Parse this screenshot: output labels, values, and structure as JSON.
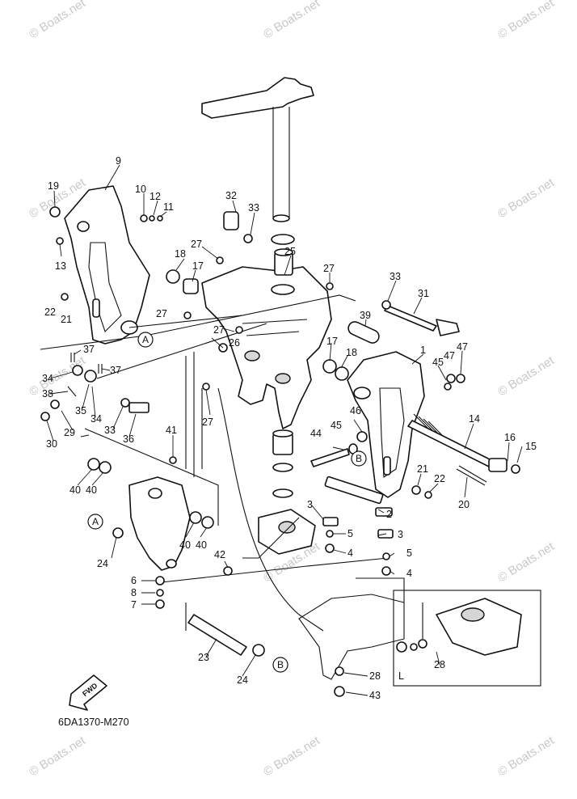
{
  "watermark": "© Boats.net",
  "drawing_code": "6DA1370-M270",
  "fwd_label": "FWD",
  "inset_label": "L",
  "reference_markers": [
    "A",
    "B"
  ],
  "callouts": {
    "c1": "1",
    "c2": "2",
    "c3": "3",
    "c4": "4",
    "c5": "5",
    "c6": "6",
    "c7": "7",
    "c8": "8",
    "c9": "9",
    "c10": "10",
    "c11": "11",
    "c12": "12",
    "c13": "13",
    "c14": "14",
    "c15": "15",
    "c16": "16",
    "c17": "17",
    "c18": "18",
    "c19": "19",
    "c20": "20",
    "c21": "21",
    "c22": "22",
    "c23": "23",
    "c24": "24",
    "c25": "25",
    "c26": "26",
    "c27": "27",
    "c28": "28",
    "c29": "29",
    "c30": "30",
    "c31": "31",
    "c32": "32",
    "c33": "33",
    "c34": "34",
    "c35": "35",
    "c36": "36",
    "c37": "37",
    "c38": "38",
    "c39": "39",
    "c40": "40",
    "c41": "41",
    "c42": "42",
    "c43": "43",
    "c44": "44",
    "c45": "45",
    "c46": "46",
    "c47": "47"
  }
}
